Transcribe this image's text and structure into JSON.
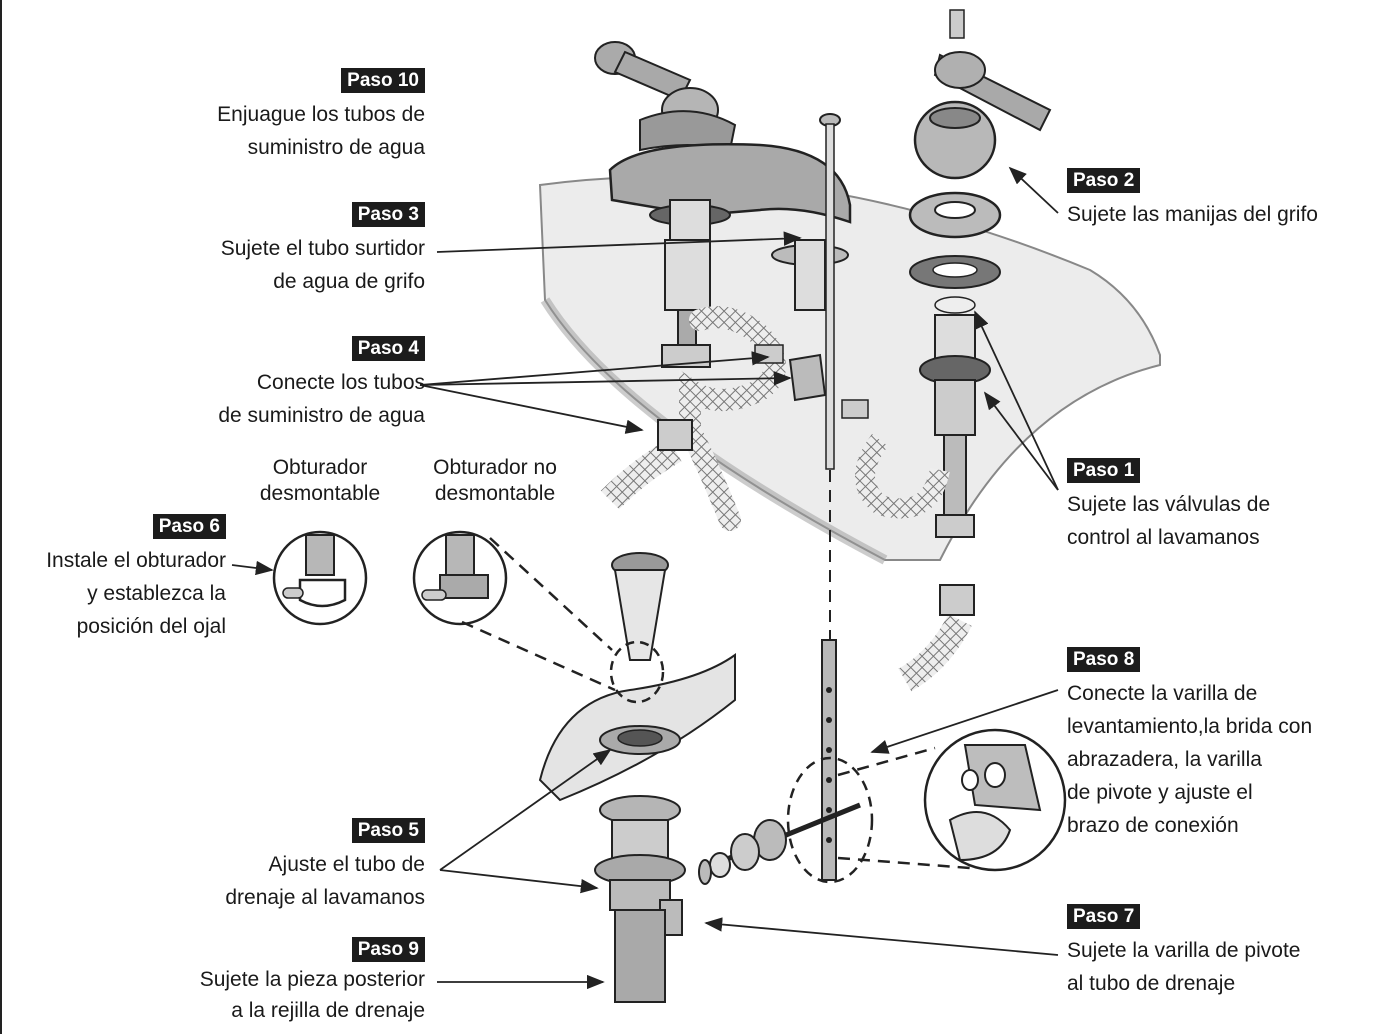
{
  "steps": {
    "paso10": {
      "label": "Paso 10",
      "line1": "Enjuague los tubos de",
      "line2": "suministro de agua"
    },
    "paso3": {
      "label": "Paso 3",
      "line1": "Sujete el tubo surtidor",
      "line2": "de agua de grifo"
    },
    "paso4": {
      "label": "Paso 4",
      "line1": "Conecte los tubos",
      "line2": "de suministro de agua"
    },
    "paso6": {
      "label": "Paso 6",
      "line1": "Instale el obturador",
      "line2": "y establezca la",
      "line3": "posición del ojal"
    },
    "paso5": {
      "label": "Paso 5",
      "line1": "Ajuste el tubo de",
      "line2": "drenaje al lavamanos"
    },
    "paso9": {
      "label": "Paso 9",
      "line1": "Sujete la pieza posterior",
      "line2": "a la rejilla de drenaje"
    },
    "paso2": {
      "label": "Paso 2",
      "line1": "Sujete las manijas del grifo"
    },
    "paso1": {
      "label": "Paso 1",
      "line1": "Sujete las válvulas de",
      "line2": "control al lavamanos"
    },
    "paso8": {
      "label": "Paso 8",
      "line1": "Conecte la varilla de",
      "line2": "levantamiento,la brida con",
      "line3": "abrazadera, la varilla",
      "line4": "de pivote y ajuste el",
      "line5": "brazo de conexión"
    },
    "paso7": {
      "label": "Paso 7",
      "line1": "Sujete la varilla de pivote",
      "line2": "al tubo de drenaje"
    }
  },
  "captions": {
    "removable_1": "Obturador",
    "removable_2": "desmontable",
    "nonremovable_1": "Obturador no",
    "nonremovable_2": "desmontable"
  },
  "colors": {
    "badge_bg": "#1c1c1c",
    "part_fill": "#a9a9a9",
    "sink_fill": "#eeeeee"
  }
}
